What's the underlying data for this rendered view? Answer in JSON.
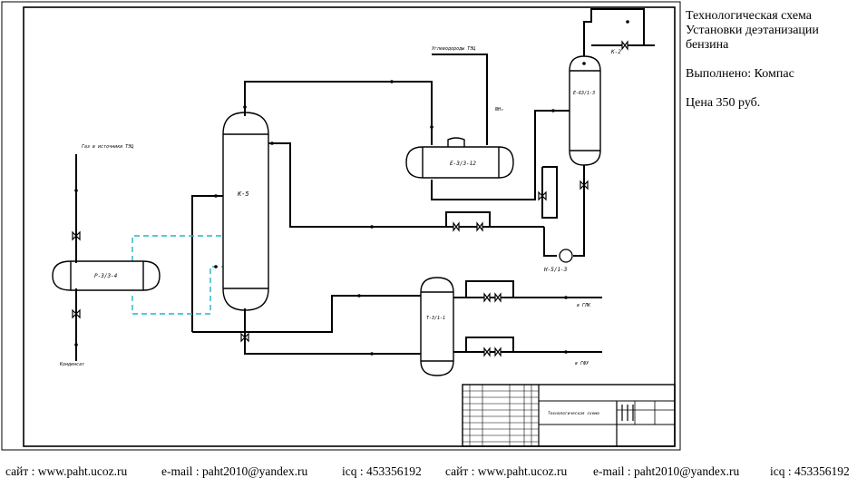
{
  "diagram": {
    "equipment": {
      "column_k5": "К-5",
      "separator": "Р-3/3-4",
      "reflux_drum": "Е-3/3-12",
      "top_vessel": "Е-63/1-3",
      "pump": "Н-5/1-3",
      "heat_exchanger": "Т-3/1-1",
      "small_unit": "К-2"
    },
    "streams": {
      "gas_inlet": "Газ в источники ТЭЦ",
      "condensate": "Конденсат",
      "flare": "Углеводороды ТЭЦ",
      "to_product": "в ГЛК",
      "to_storage": "в ГФУ",
      "nh3": "NH₃"
    },
    "title_block": {
      "title": "Технологическая схема"
    }
  },
  "sidebar": {
    "line1": "Технологическая схема",
    "line2": "Установки деэтанизации",
    "line3": "бензина",
    "performed": "Выполнено: Компас",
    "price": "Цена 350 руб."
  },
  "footer": {
    "site1": "сайт : www.paht.ucoz.ru",
    "email1": "e-mail : paht2010@yandex.ru",
    "icq1": "icq : 453356192",
    "site2": "сайт : www.paht.ucoz.ru",
    "email2": "e-mail : paht2010@yandex.ru",
    "icq2": "icq : 453356192"
  }
}
